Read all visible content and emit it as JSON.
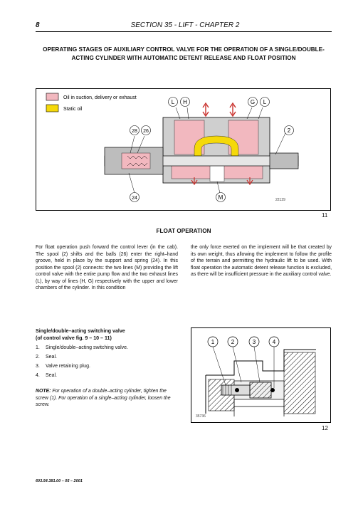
{
  "header": {
    "page_number": "8",
    "section": "SECTION 35 - LIFT - CHAPTER 2"
  },
  "headline": "OPERATING STAGES OF AUXILIARY CONTROL VALVE FOR THE OPERATION OF A SINGLE/DOUBLE-ACTING CYLINDER WITH AUTOMATIC DETENT RELEASE AND FLOAT POSITION",
  "figure1": {
    "legend": [
      {
        "label": "Oil in suction, delivery or exhaust",
        "color": "#f2b8bf"
      },
      {
        "label": "Static oil",
        "color": "#f5d90a"
      }
    ],
    "callouts": [
      "L",
      "H",
      "G",
      "L",
      "28",
      "26",
      "2",
      "24",
      "M"
    ],
    "code": "22129",
    "number": "11"
  },
  "float_title": "FLOAT OPERATION",
  "body_left": "For float operation push forward the control lever (in the cab). The spool (2) shifts and the balls (26) enter the right–hand groove, held in place by the support and spring (24). In this position the spool (2) connects: the two lines (M) providing the lift control valve with the entire pump flow and the two exhaust lines (L), by way of lines (H, G) respectively with the upper and lower chambers of the cylinder. In this condition",
  "body_right": "the only force exerted on the implement will be that created by its own weight, thus allowing the implement to follow the profile of the terrain and permitting the hydraulic lift to be used. With float operation the automatic detent release function is excluded, as there will be insufficient pressure in the auxiliary control valve.",
  "switching_valve": {
    "title_line1": "Single/double–acting switching valve",
    "title_line2": "(of control valve fig.  9 – 10 – 11)",
    "items": [
      {
        "n": "1.",
        "text": "Single/double–acting switching valve."
      },
      {
        "n": "2.",
        "text": "Seal."
      },
      {
        "n": "3.",
        "text": "Valve retaining plug."
      },
      {
        "n": "4.",
        "text": "Seal."
      }
    ]
  },
  "note": {
    "label": "NOTE:",
    "text": " For operation of a double–acting cylinder, tighten the screw (1). For operation of a single–acting cylinder, loosen the screw."
  },
  "figure2": {
    "callouts": [
      "1",
      "2",
      "3",
      "4"
    ],
    "code": "35736",
    "number": "12"
  },
  "footer": "603.54.381.00 – 05 – 2001"
}
